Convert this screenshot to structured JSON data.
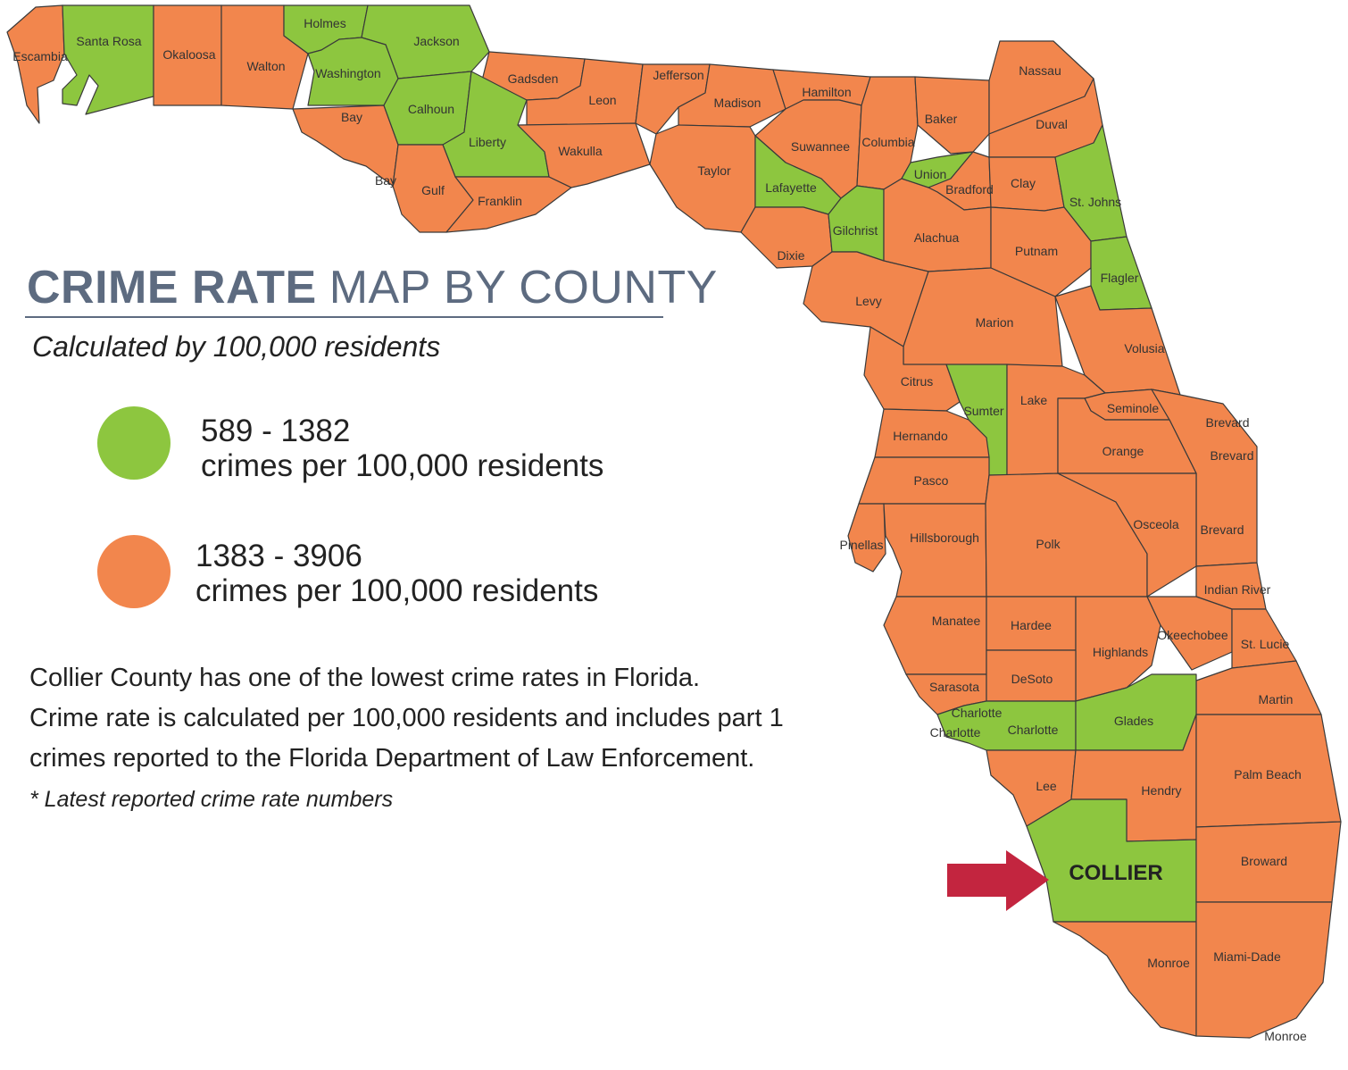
{
  "colors": {
    "low": "#8dc63f",
    "high": "#f2864d",
    "arrow": "#c3253f",
    "title": "#5d6b80"
  },
  "heading": {
    "bold": "CRIME RATE",
    "light": "MAP BY COUNTY",
    "subtitle": "Calculated by 100,000 residents"
  },
  "legend": [
    {
      "range": "589 - 1382",
      "unit": "crimes per 100,000 residents",
      "color": "#8dc63f"
    },
    {
      "range": "1383 - 3906",
      "unit": "crimes per 100,000 residents",
      "color": "#f2864d"
    }
  ],
  "description": {
    "line1": "Collier County has one of the lowest crime rates in Florida.",
    "line2": "Crime rate is calculated per 100,000 residents and includes part 1",
    "line3": "crimes reported to the Florida Department of  Law Enforcement."
  },
  "footnote": "* Latest reported crime rate numbers",
  "highlight": {
    "label": "COLLIER",
    "icon": "arrow-right-icon"
  },
  "counties": [
    {
      "name": "Escambia",
      "band": "high"
    },
    {
      "name": "Santa Rosa",
      "band": "low"
    },
    {
      "name": "Okaloosa",
      "band": "high"
    },
    {
      "name": "Walton",
      "band": "high"
    },
    {
      "name": "Holmes",
      "band": "low"
    },
    {
      "name": "Jackson",
      "band": "low"
    },
    {
      "name": "Washington",
      "band": "low"
    },
    {
      "name": "Bay",
      "band": "high"
    },
    {
      "name": "Calhoun",
      "band": "low"
    },
    {
      "name": "Gadsden",
      "band": "high"
    },
    {
      "name": "Liberty",
      "band": "low"
    },
    {
      "name": "Gulf",
      "band": "high"
    },
    {
      "name": "Franklin",
      "band": "high"
    },
    {
      "name": "Leon",
      "band": "high"
    },
    {
      "name": "Wakulla",
      "band": "high"
    },
    {
      "name": "Jefferson",
      "band": "high"
    },
    {
      "name": "Madison",
      "band": "high"
    },
    {
      "name": "Taylor",
      "band": "high"
    },
    {
      "name": "Hamilton",
      "band": "high"
    },
    {
      "name": "Suwannee",
      "band": "high"
    },
    {
      "name": "Lafayette",
      "band": "low"
    },
    {
      "name": "Dixie",
      "band": "high"
    },
    {
      "name": "Columbia",
      "band": "high"
    },
    {
      "name": "Baker",
      "band": "high"
    },
    {
      "name": "Nassau",
      "band": "high"
    },
    {
      "name": "Duval",
      "band": "high"
    },
    {
      "name": "Union",
      "band": "low"
    },
    {
      "name": "Bradford",
      "band": "high"
    },
    {
      "name": "Clay",
      "band": "high"
    },
    {
      "name": "St. Johns",
      "band": "low"
    },
    {
      "name": "Gilchrist",
      "band": "low"
    },
    {
      "name": "Alachua",
      "band": "high"
    },
    {
      "name": "Putnam",
      "band": "high"
    },
    {
      "name": "Flagler",
      "band": "low"
    },
    {
      "name": "Levy",
      "band": "high"
    },
    {
      "name": "Marion",
      "band": "high"
    },
    {
      "name": "Volusia",
      "band": "high"
    },
    {
      "name": "Citrus",
      "band": "high"
    },
    {
      "name": "Sumter",
      "band": "low"
    },
    {
      "name": "Lake",
      "band": "high"
    },
    {
      "name": "Seminole",
      "band": "high"
    },
    {
      "name": "Brevard",
      "band": "high"
    },
    {
      "name": "Hernando",
      "band": "high"
    },
    {
      "name": "Orange",
      "band": "high"
    },
    {
      "name": "Pasco",
      "band": "high"
    },
    {
      "name": "Pinellas",
      "band": "high"
    },
    {
      "name": "Hillsborough",
      "band": "high"
    },
    {
      "name": "Polk",
      "band": "high"
    },
    {
      "name": "Osceola",
      "band": "high"
    },
    {
      "name": "Indian River",
      "band": "high"
    },
    {
      "name": "Manatee",
      "band": "high"
    },
    {
      "name": "Hardee",
      "band": "high"
    },
    {
      "name": "Highlands",
      "band": "high"
    },
    {
      "name": "Okeechobee",
      "band": "high"
    },
    {
      "name": "St. Lucie",
      "band": "high"
    },
    {
      "name": "Sarasota",
      "band": "high"
    },
    {
      "name": "DeSoto",
      "band": "high"
    },
    {
      "name": "Martin",
      "band": "high"
    },
    {
      "name": "Charlotte",
      "band": "low"
    },
    {
      "name": "Glades",
      "band": "low"
    },
    {
      "name": "Lee",
      "band": "high"
    },
    {
      "name": "Hendry",
      "band": "high"
    },
    {
      "name": "Palm Beach",
      "band": "high"
    },
    {
      "name": "Collier",
      "band": "low"
    },
    {
      "name": "Broward",
      "band": "high"
    },
    {
      "name": "Monroe",
      "band": "high"
    },
    {
      "name": "Miami-Dade",
      "band": "high"
    }
  ],
  "extra_labels": [
    "Bay",
    "Brevard",
    "Brevard",
    "Charlotte",
    "Charlotte",
    "Monroe"
  ]
}
